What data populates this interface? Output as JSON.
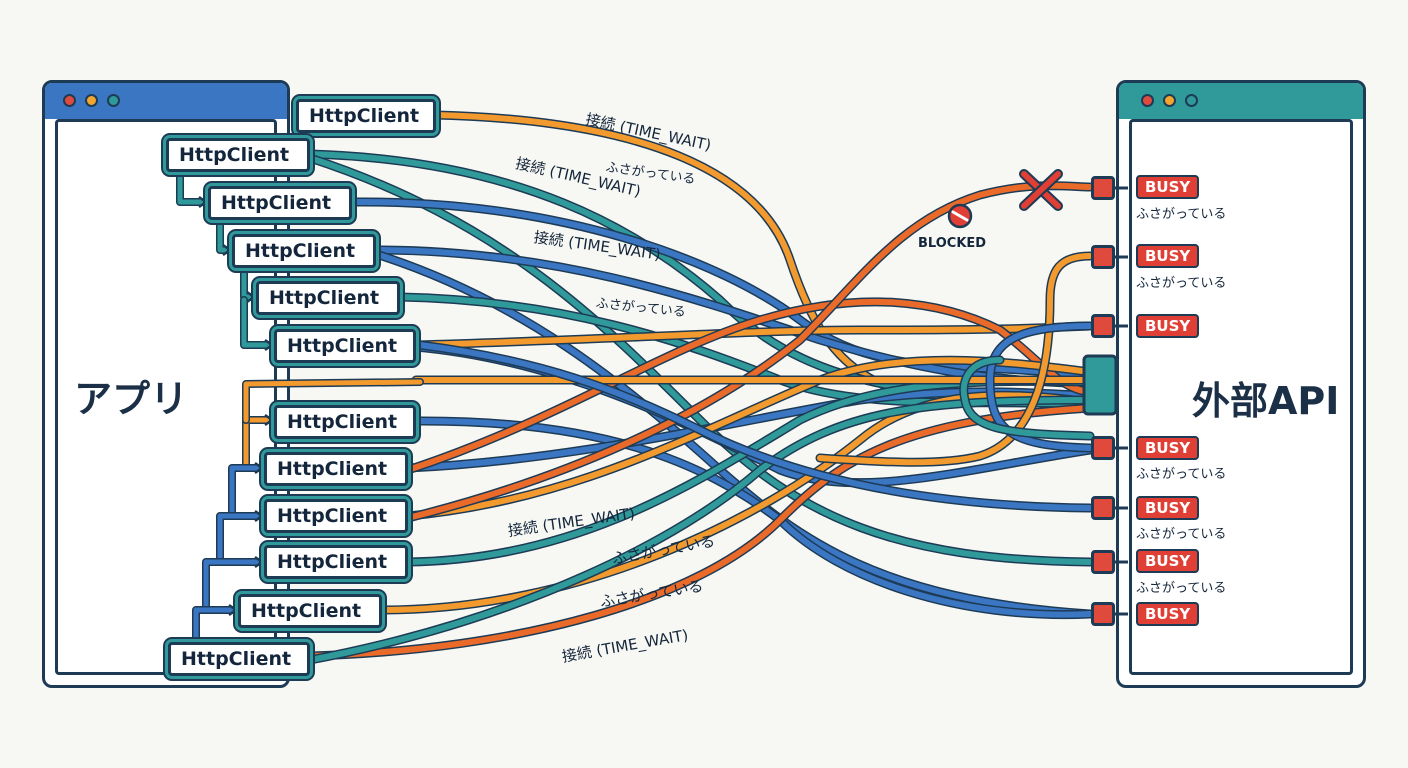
{
  "app": {
    "title": "アプリ"
  },
  "api": {
    "title": "外部API"
  },
  "client_label": "HttpClient",
  "clients": [
    {
      "label": "HttpClient"
    },
    {
      "label": "HttpClient"
    },
    {
      "label": "HttpClient"
    },
    {
      "label": "HttpClient"
    },
    {
      "label": "HttpClient"
    },
    {
      "label": "HttpClient"
    },
    {
      "label": "HttpClient"
    },
    {
      "label": "HttpClient"
    },
    {
      "label": "HttpClient"
    },
    {
      "label": "HttpClient"
    },
    {
      "label": "HttpClient"
    },
    {
      "label": "HttpClient"
    }
  ],
  "ports": [
    {
      "badge": "BUSY",
      "note": "ふさがっている"
    },
    {
      "badge": "BUSY",
      "note": "ふさがっている"
    },
    {
      "badge": "BUSY",
      "note": ""
    },
    {
      "badge": "BUSY",
      "note": "ふさがっている"
    },
    {
      "badge": "BUSY",
      "note": "ふさがっている"
    },
    {
      "badge": "BUSY",
      "note": "ふさがっている"
    },
    {
      "badge": "BUSY",
      "note": ""
    }
  ],
  "wire_labels": [
    {
      "text": "接続 (TIME_WAIT)"
    },
    {
      "text": "ふさがっている"
    },
    {
      "text": "接続 (TIME_WAIT)"
    },
    {
      "text": "接続 (TIME_WAIT)"
    },
    {
      "text": "ふさがっている"
    },
    {
      "text": "接続 (TIME_WAIT)"
    },
    {
      "text": "ふさがっている"
    },
    {
      "text": "ふさがっている"
    },
    {
      "text": "接続 (TIME_WAIT)"
    }
  ],
  "blocked": {
    "label": "BLOCKED"
  },
  "colors": {
    "outline": "#1d3b55",
    "orange": "#f39a2f",
    "orange_red": "#ea6a2a",
    "teal": "#2f9a99",
    "blue": "#3b76c3",
    "busy": "#df3f35"
  }
}
